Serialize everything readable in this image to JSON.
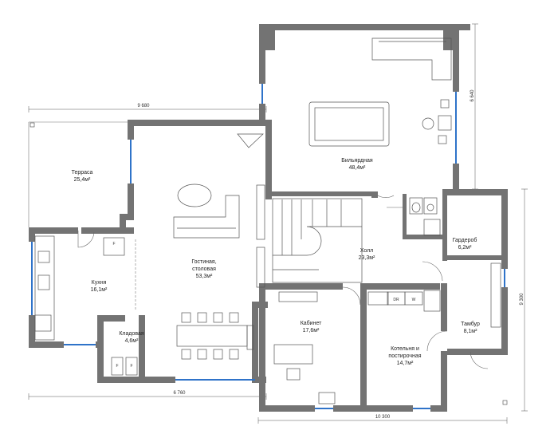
{
  "rooms": [
    {
      "id": "terrace",
      "name": "Терраса",
      "area": "25,4м²"
    },
    {
      "id": "billiard",
      "name": "Бильярдная",
      "area": "48,4м²"
    },
    {
      "id": "living",
      "name": "Гостиная,",
      "name2": "столовая",
      "area": "53,3м²"
    },
    {
      "id": "kitchen",
      "name": "Кухня",
      "area": "16,1м²"
    },
    {
      "id": "hall",
      "name": "Холл",
      "area": "23,3м²"
    },
    {
      "id": "wardrobe",
      "name": "Гардероб",
      "area": "6,2м²"
    },
    {
      "id": "pantry",
      "name": "Кладовая",
      "area": "4,6м²"
    },
    {
      "id": "office",
      "name": "Кабинет",
      "area": "17,6м²"
    },
    {
      "id": "vestibule",
      "name": "Тамбур",
      "area": "8,1м²"
    },
    {
      "id": "boiler",
      "name": "Котельня и",
      "name2": "постирочная",
      "area": "14,7м²"
    }
  ],
  "dimensions": {
    "top": "9 680",
    "right_upper": "6 640",
    "right_lower": "9 300",
    "bottom_left": "6 760",
    "bottom_right": "10 300"
  },
  "appliance_labels": {
    "fridge_kitchen": "F",
    "pantry_left": "F",
    "pantry_right": "F",
    "dryer": "DR",
    "washer": "W"
  },
  "colors": {
    "wall": "#737373",
    "window": "#2f73c9"
  }
}
